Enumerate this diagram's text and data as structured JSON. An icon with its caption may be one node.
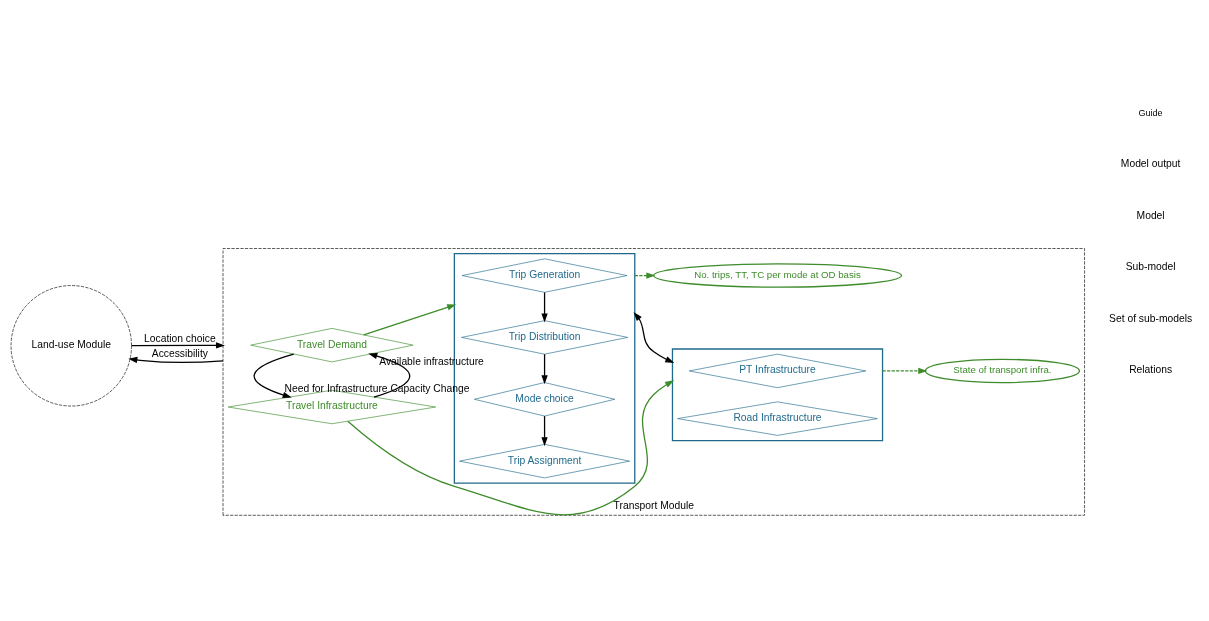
{
  "diagram": {
    "nodes": [
      {
        "text": [
          "Land-use Module"
        ]
      },
      {
        "text": [
          "Transport Module"
        ]
      },
      {
        "text": [
          "Travel Demand"
        ],
        "in": 1
      },
      {
        "text": [
          "Travel Infrastructure"
        ],
        "in": 1
      },
      {
        "text": [],
        "shape": "box",
        "in": 1
      },
      {
        "text": [
          "Trip Generation"
        ],
        "in": 4
      },
      {
        "text": [
          "Trip Distribution"
        ],
        "in": 4
      },
      {
        "text": [
          "Mode choice"
        ],
        "in": 4
      },
      {
        "text": [
          "Trip Assignment"
        ],
        "in": 4
      },
      {
        "text": [
          "No. trips, TT, TC per mode at OD basis"
        ],
        "in": 1
      },
      {
        "text": [],
        "shape": "box",
        "in": 1
      },
      {
        "text": [
          "PT Infrastructure"
        ],
        "in": 10
      },
      {
        "text": [
          "Road Infrastructure"
        ],
        "in": 10
      },
      {
        "text": [
          "State of transport infra."
        ],
        "in": 1
      }
    ],
    "edges": [
      {
        "from": 0,
        "to": 1,
        "arrow": "to",
        "label": "Location choice"
      },
      {
        "from": 1,
        "to": 0,
        "arrow": "to",
        "label": "Accessibility"
      },
      {
        "from": 3,
        "to": 2,
        "arrow": "to",
        "label": "Available infrastructure"
      },
      {
        "from": 2,
        "to": 3,
        "arrow": "to",
        "label": "Need for Infrastructure Capacity Change"
      },
      {
        "from": 2,
        "to": 4,
        "arrow": "to",
        "color": "#3d8b2a"
      },
      {
        "from": 5,
        "to": 6,
        "arrow": "to"
      },
      {
        "from": 6,
        "to": 7,
        "arrow": "to"
      },
      {
        "from": 7,
        "to": 8,
        "arrow": "to"
      },
      {
        "from": 4,
        "to": 9,
        "arrow": "to",
        "style": "dashed",
        "color": "#3d8b2a"
      },
      {
        "from": 4,
        "to": 10,
        "arrow": "both"
      },
      {
        "from": 10,
        "to": 13,
        "arrow": "to",
        "style": "dashed",
        "color": "#3d8b2a"
      },
      {
        "from": 3,
        "to": 10,
        "arrow": "to",
        "color": "#3d8b2a"
      }
    ],
    "labels": [
      "Guide"
    ],
    "legend": [
      {
        "text": "Model output"
      },
      {
        "text": "Model"
      },
      {
        "text": "Sub-model"
      },
      {
        "text": "Set of sub-models"
      },
      {
        "text": "Relations"
      }
    ]
  }
}
